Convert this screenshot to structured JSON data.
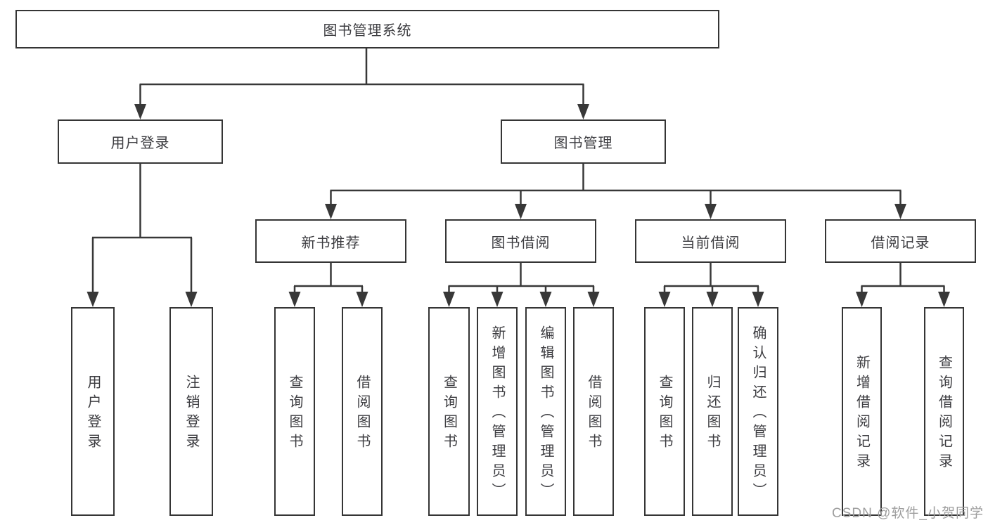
{
  "diagram": {
    "root": "图书管理系统",
    "level2": {
      "user_login": "用户登录",
      "book_mgmt": "图书管理"
    },
    "level3": {
      "new_books": "新书推荐",
      "book_borrow": "图书借阅",
      "current_borrow": "当前借阅",
      "borrow_records": "借阅记录"
    },
    "leaves": {
      "ul_login": "用户登录",
      "ul_logout": "注销登录",
      "nb_query": "查询图书",
      "nb_borrow": "借阅图书",
      "bb_query": "查询图书",
      "bb_add": "新增图书（管理员）",
      "bb_edit": "编辑图书（管理员）",
      "bb_borrow": "借阅图书",
      "cb_query": "查询图书",
      "cb_return": "归还图书",
      "cb_confirm": "确认归还（管理员）",
      "br_add": "新增借阅记录",
      "br_query": "查询借阅记录"
    }
  },
  "watermark": "CSDN @软件_小贺同学",
  "colors": {
    "line": "#383838",
    "box_border": "#353535",
    "text": "#3d3d41",
    "watermark": "#9e9e9e",
    "background": "#ffffff"
  }
}
